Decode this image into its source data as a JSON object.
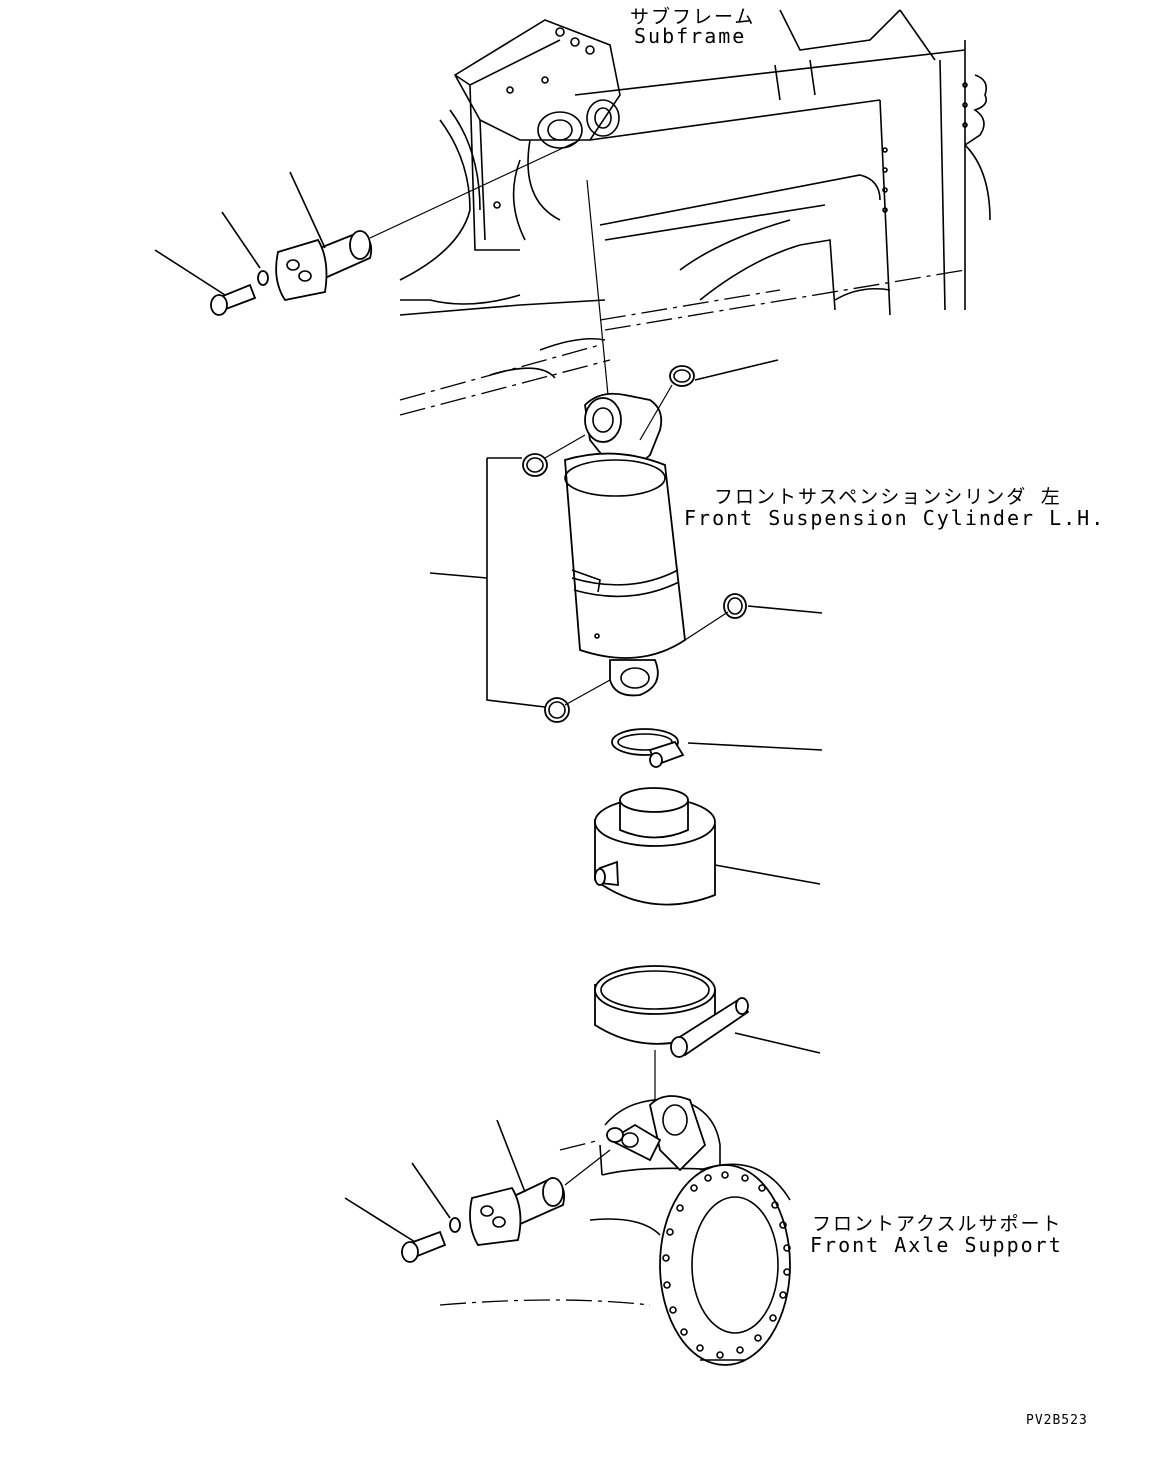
{
  "labels": {
    "subframe_jp": "サブフレーム",
    "subframe_en": "Subframe",
    "cylinder_jp": "フロントサスペンションシリンダ 左",
    "cylinder_en": "Front Suspension Cylinder L.H.",
    "axle_jp": "フロントアクスルサポート",
    "axle_en": "Front Axle Support",
    "drawing_code": "PV2B523"
  },
  "colors": {
    "line": "#000000",
    "background": "#ffffff"
  }
}
